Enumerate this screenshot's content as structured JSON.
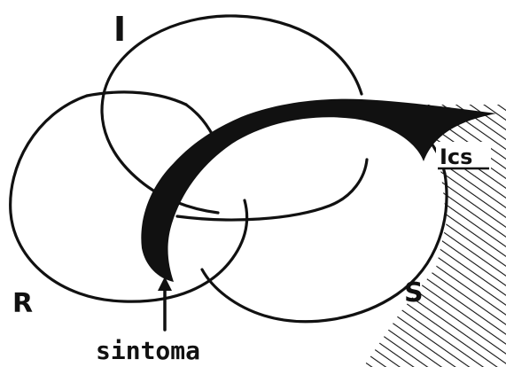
{
  "labels": {
    "imaginary": "I",
    "real": "R",
    "symbolic": "S",
    "unconscious": "Ics",
    "symptom": "sintoma"
  },
  "colors": {
    "ink": "#111111",
    "paper": "#ffffff"
  }
}
